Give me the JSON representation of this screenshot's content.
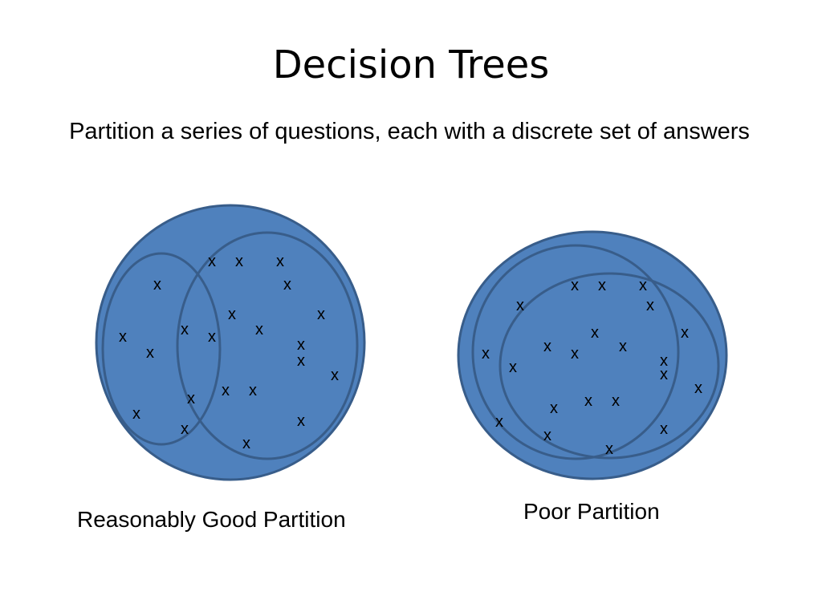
{
  "slide": {
    "title": "Decision Trees",
    "subtitle": "Partition a series of questions, each with a discrete set of answers"
  },
  "colors": {
    "circle_fill": "#4f81bd",
    "circle_stroke": "#385d8a",
    "marker": "#000000"
  },
  "marker_symbol": "x",
  "diagrams": {
    "good": {
      "caption": "Reasonably Good Partition"
    },
    "poor": {
      "caption": "Poor Partition"
    }
  }
}
